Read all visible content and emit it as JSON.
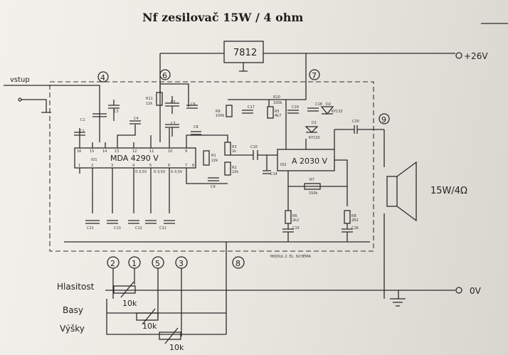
{
  "title": "Nf zesilovač 15W / 4  ohm",
  "regulator": "7812",
  "supply": "+26V",
  "ground": "0V",
  "input_label": "vstup",
  "speaker_label": "15W/4Ω",
  "ic1": "MDA 4290 V",
  "ic1_ref": "IO1",
  "ic2": "A 2030 V",
  "ic2_ref": "IO2",
  "modul_text": "MODUL 2. EL. SCHÉMA",
  "pins": [
    "4",
    "6",
    "7",
    "9",
    "2",
    "1",
    "5",
    "3",
    "8"
  ],
  "controls": {
    "volume": "Hlasitost",
    "bass": "Basy",
    "treble": "Výšky",
    "pot_value": "10k"
  },
  "components": {
    "r11": "R11",
    "r11v": "12k",
    "r10": "R10",
    "r10v": "100k",
    "r9": "R9",
    "r9v": "100k",
    "r5": "R5",
    "r5v": "4k7",
    "r3": "R3",
    "r3v": "1k",
    "r2": "R2",
    "r2v": "22k",
    "r1": "R1",
    "r1v": "22k",
    "r7": "R7",
    "r7v": "150k",
    "r6": "R6",
    "r6v": "2k2",
    "r8": "R8",
    "r8v": "2R2",
    "c1": "C1",
    "c2": "C2",
    "c3": "C3",
    "c4": "C4",
    "c5": "C5",
    "c6": "C6",
    "c7": "C7",
    "c8": "C8",
    "c9": "C9",
    "c10": "C10",
    "c11": "C11",
    "c12": "C12",
    "c13": "C13",
    "c14": "C14",
    "c15": "C15",
    "c16": "C16",
    "c17": "C17",
    "c18": "C18",
    "c19": "C19",
    "c20": "C20",
    "c21": "C21",
    "d1": "D1",
    "d2": "D2",
    "d1v": "KY132",
    "d2v": "KY132",
    "ic1pins": [
      "16",
      "15",
      "14",
      "13",
      "12",
      "11",
      "10",
      "9",
      "1",
      "2",
      "3",
      "4",
      "5",
      "6",
      "7",
      "8"
    ],
    "vnotes": [
      "0-3,5V",
      "0-3,5V",
      "0-3,5V"
    ]
  }
}
